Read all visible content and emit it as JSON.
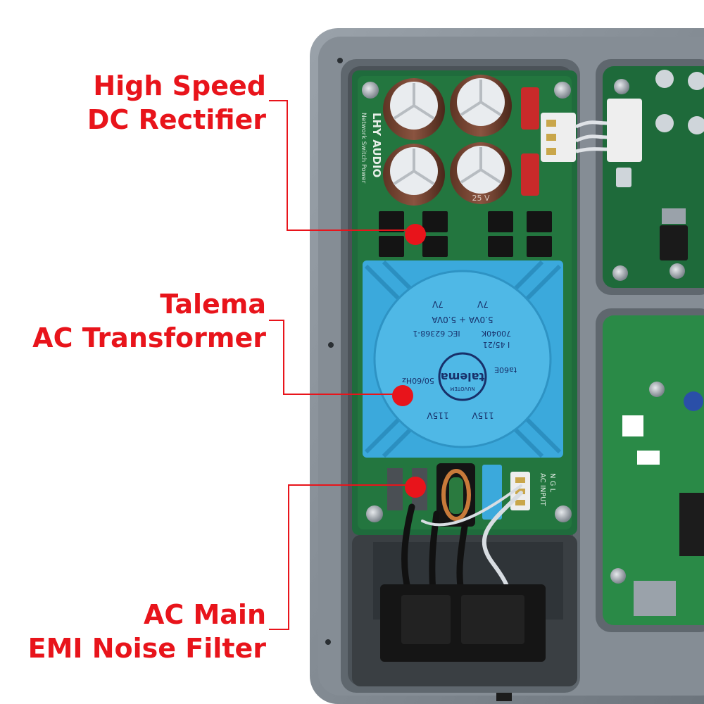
{
  "callouts": [
    {
      "line1": "High Speed",
      "line2": "DC Rectifier"
    },
    {
      "line1": "Talema",
      "line2": "AC Transformer"
    },
    {
      "line1": "AC Main",
      "line2": "EMI Noise Filter"
    }
  ],
  "board": {
    "brand": "LHY AUDIO",
    "subtitle": "Network Switch Power",
    "input_label": "AC INPUT",
    "input_pins": "N G L",
    "cap_rating": "25 V"
  },
  "transformer": {
    "logo": "talema",
    "subbrand": "NUVOTEM",
    "lines": [
      "7V",
      "7V",
      "5.0VA + 5.0VA",
      "IEC 62368-1",
      "70040K",
      "I 45/21",
      "ta60E",
      "50/60Hz",
      "115V",
      "115V"
    ]
  },
  "colors": {
    "callout": "#e8141b",
    "pcb": "#1f6b3c",
    "transformer": "#3ba9dc",
    "chassis": "#7e8790"
  }
}
